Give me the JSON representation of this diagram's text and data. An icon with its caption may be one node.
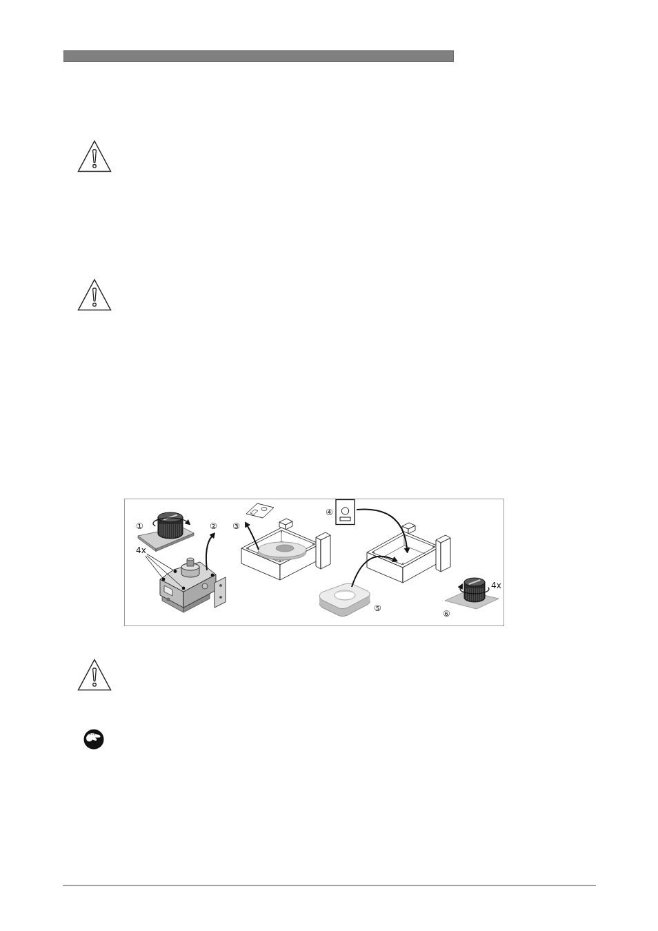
{
  "diagram": {
    "nodes": [
      {
        "text": [
          "4x"
        ]
      },
      {
        "text": [],
        "shape": "circle"
      },
      {
        "text": [],
        "shape": "circle"
      },
      {
        "text": [],
        "shape": "circle"
      }
    ],
    "edges": [
      {
        "from": 0,
        "to": 1,
        "arrow": "none"
      },
      {
        "from": 0,
        "to": 2,
        "arrow": "none"
      },
      {
        "from": 0,
        "to": 3,
        "arrow": "none"
      }
    ],
    "labels": [
      "①",
      "②",
      "③",
      "④",
      "4x",
      "⑤",
      "⑥"
    ]
  }
}
